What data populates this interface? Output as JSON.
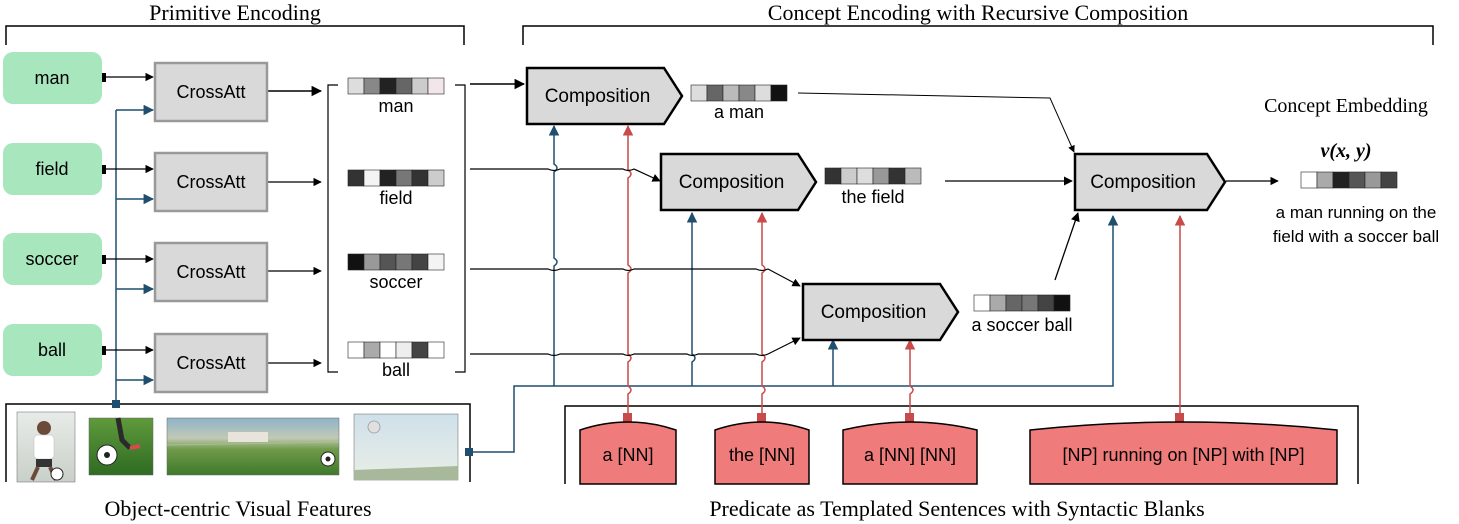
{
  "sections": {
    "primitive_title": "Primitive Encoding",
    "concept_title": "Concept Encoding with Recursive Composition",
    "visual_title": "Object-centric Visual Features",
    "predicate_title": "Predicate as Templated Sentences with Syntactic Blanks"
  },
  "words": [
    "man",
    "field",
    "soccer",
    "ball"
  ],
  "crossatt_label": "CrossAtt",
  "primitive_embeddings": [
    {
      "label": "man",
      "cells": [
        "#dddddd",
        "#888888",
        "#222222",
        "#666666",
        "#cccccc",
        "#f3e6ea"
      ]
    },
    {
      "label": "field",
      "cells": [
        "#333333",
        "#f4f4f4",
        "#222222",
        "#777777",
        "#333333",
        "#cccccc"
      ]
    },
    {
      "label": "soccer",
      "cells": [
        "#111111",
        "#999999",
        "#555555",
        "#777777",
        "#444444",
        "#f4f4f4"
      ]
    },
    {
      "label": "ball",
      "cells": [
        "#ffffff",
        "#aaaaaa",
        "#ffffff",
        "#eeeeee",
        "#444444",
        "#ffffff"
      ]
    }
  ],
  "composition_label": "Composition",
  "intermediate_embeddings": [
    {
      "label": "a man",
      "cells": [
        "#dddddd",
        "#666666",
        "#bbbbbb",
        "#888888",
        "#dddddd",
        "#111111"
      ]
    },
    {
      "label": "the field",
      "cells": [
        "#333333",
        "#cccccc",
        "#dddddd",
        "#999999",
        "#333333",
        "#bbbbbb"
      ]
    },
    {
      "label": "a soccer ball",
      "cells": [
        "#ffffff",
        "#aaaaaa",
        "#666666",
        "#777777",
        "#444444",
        "#111111"
      ]
    }
  ],
  "concept_embedding": {
    "title": "Concept Embedding",
    "formula": "v(x, y)",
    "cells": [
      "#ffffff",
      "#aaaaaa",
      "#222222",
      "#555555",
      "#999999",
      "#444444"
    ],
    "caption_line1": "a man running on the",
    "caption_line2": "field with a soccer ball"
  },
  "templates": [
    "a [NN]",
    "the [NN]",
    "a [NN] [NN]",
    "[NP] running on [NP] with [NP]"
  ],
  "colors": {
    "word_box": "#a8e6bd",
    "crossatt_box": "#d9d9d9",
    "composition_box": "#d9d9d9",
    "template_box": "#f07b7b",
    "visual_line": "#1f4e6e",
    "predicate_line": "#c94a4a"
  },
  "image_subjects": [
    "person",
    "feet with soccer ball",
    "soccer field",
    "ball in the air"
  ]
}
